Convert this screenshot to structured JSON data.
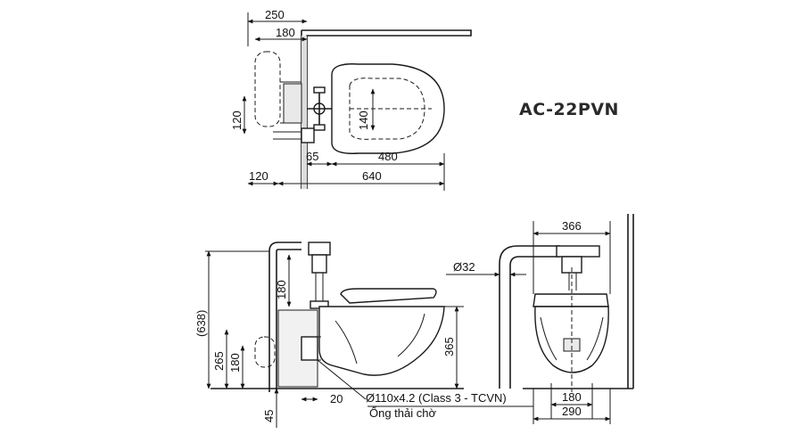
{
  "model": "AC-22PVN",
  "top_view": {
    "dims": {
      "d250": "250",
      "d180": "180",
      "d120v": "120",
      "d140": "140",
      "d65": "65",
      "d480": "480",
      "d120h": "120",
      "d640": "640"
    }
  },
  "side_view": {
    "dims": {
      "d638": "(638)",
      "d180top": "180",
      "d265": "265",
      "d180low": "180",
      "d365": "365",
      "d20": "20",
      "d45": "45",
      "d32": "Ø32"
    },
    "pipe_label": "Ø110x4.2 (Class 3 - TCVN)",
    "drain_label": "Ống thải chờ"
  },
  "front_view": {
    "dims": {
      "d366": "366",
      "d180": "180",
      "d290": "290"
    }
  }
}
